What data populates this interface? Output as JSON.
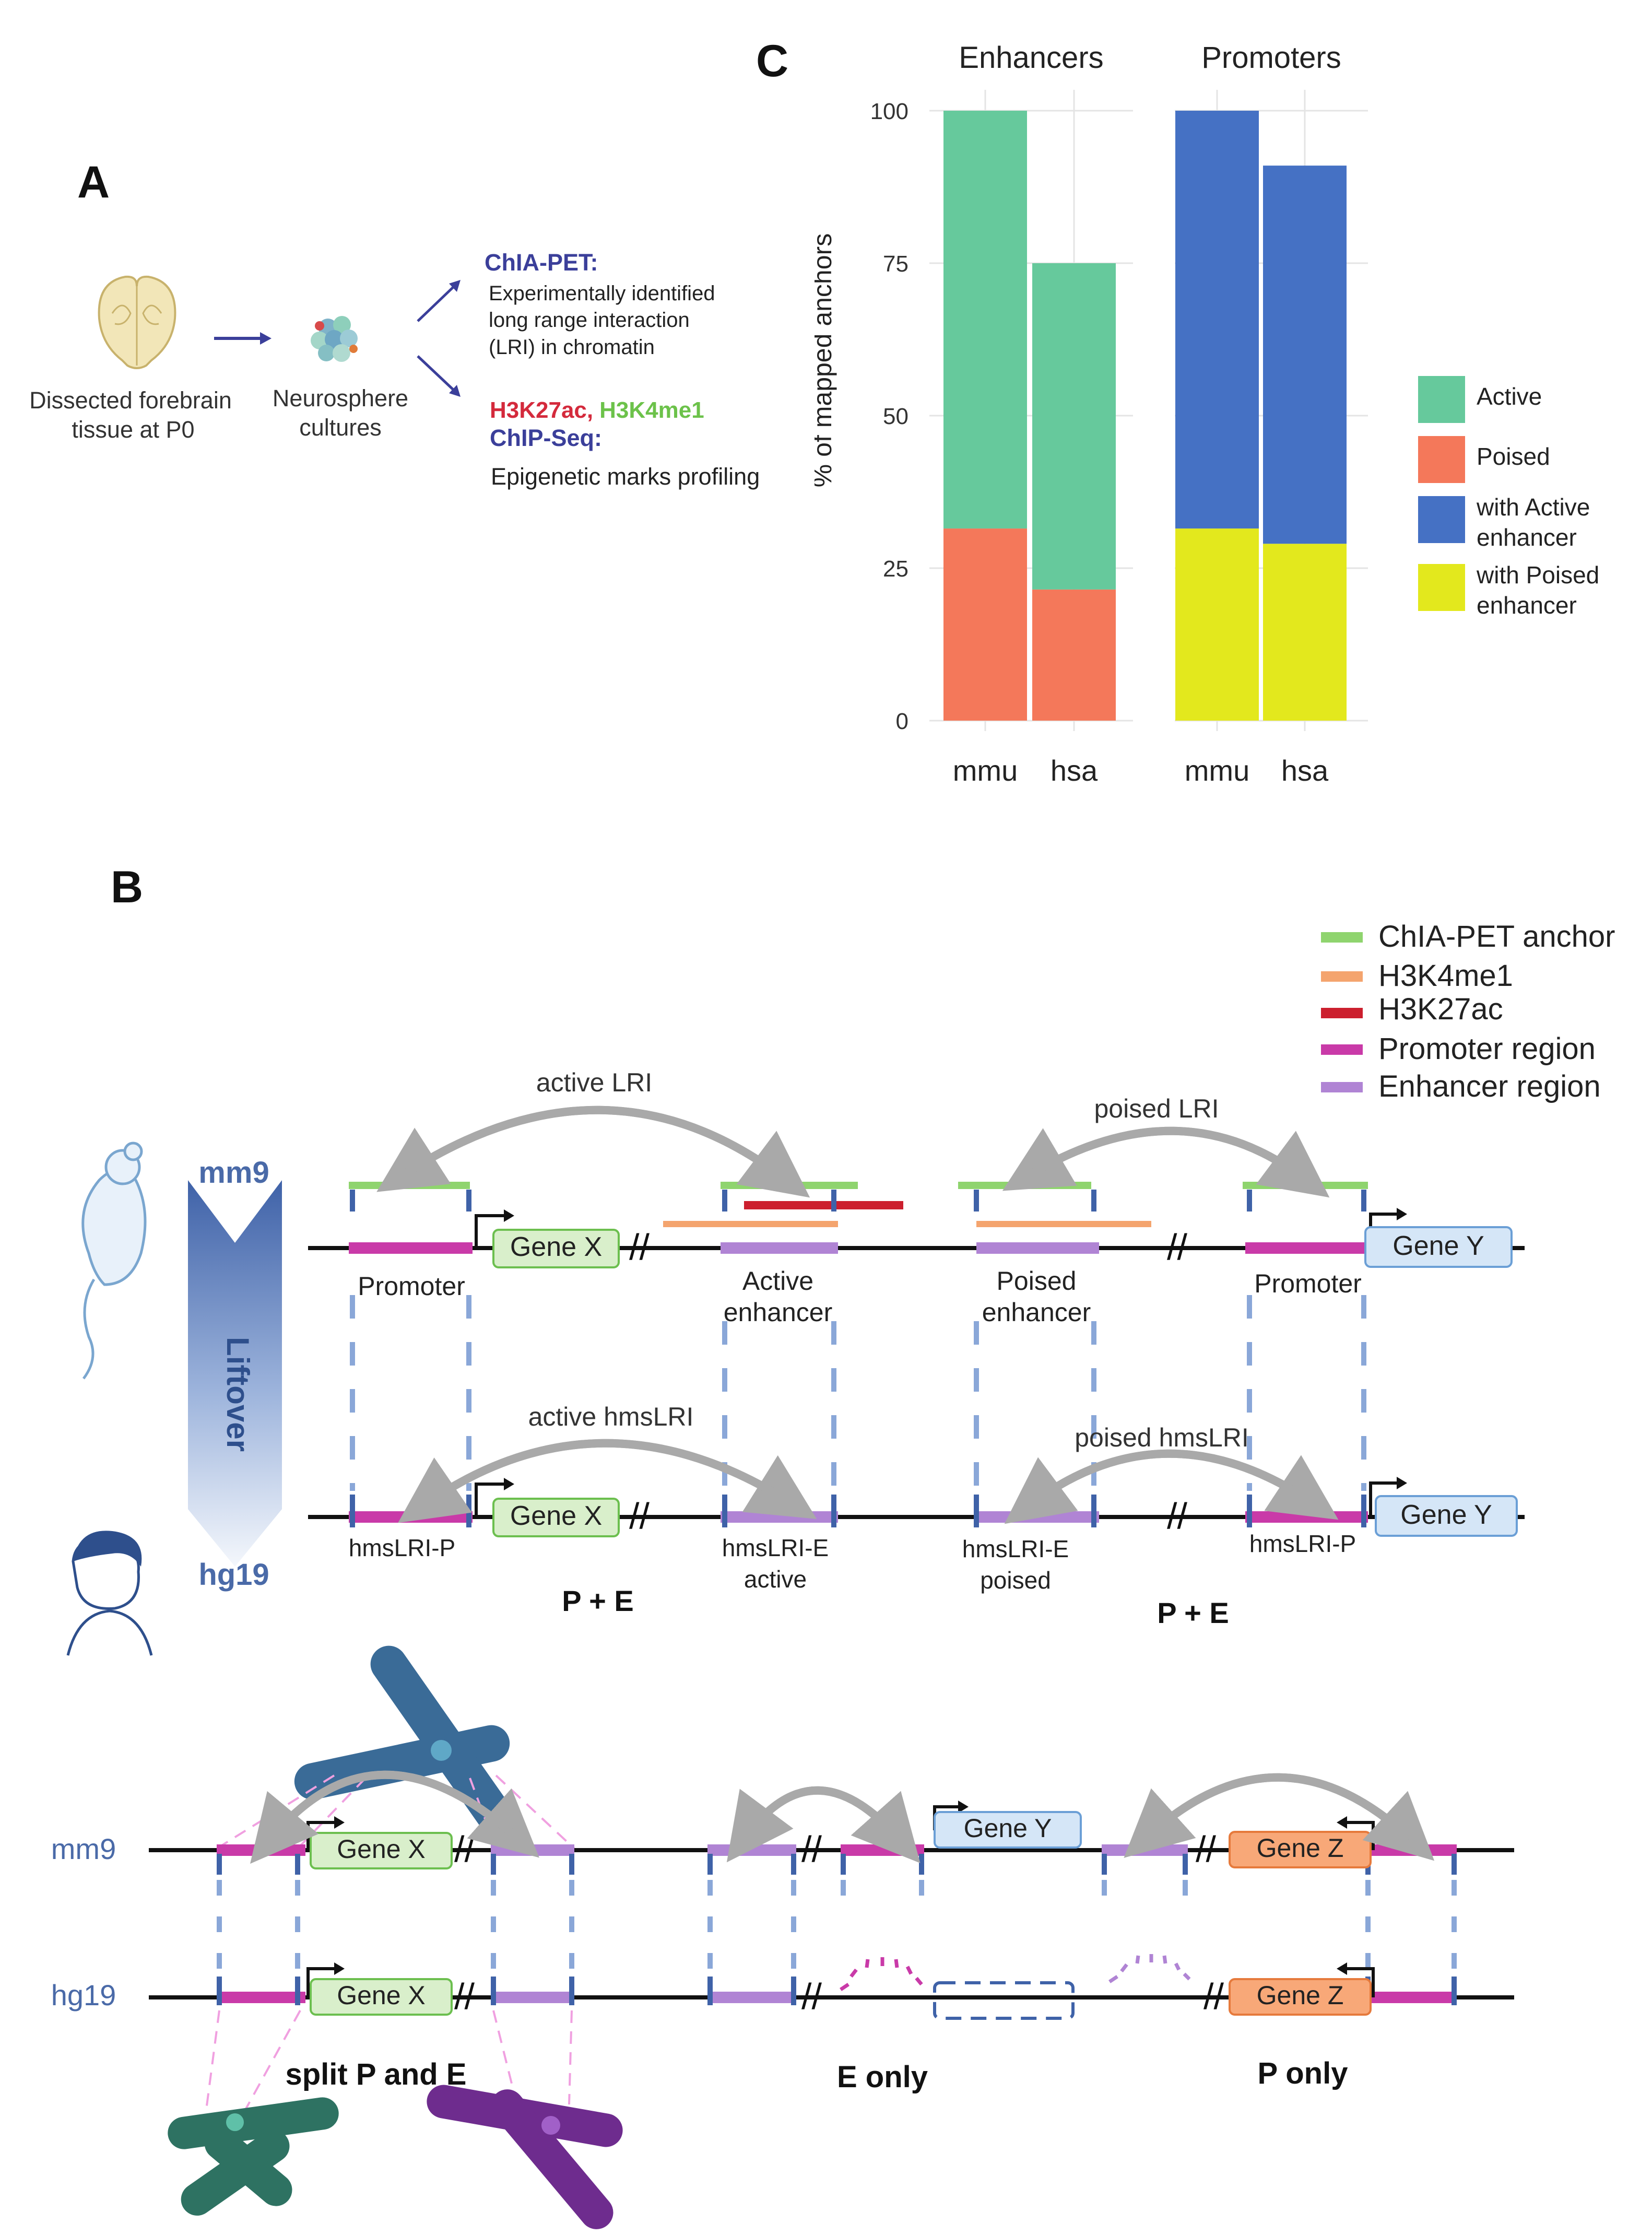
{
  "panels": {
    "A": "A",
    "B": "B",
    "C": "C"
  },
  "panel_a": {
    "tissue_label_1": "Dissected forebrain",
    "tissue_label_2": "tissue at P0",
    "culture_label_1": "Neurosphere",
    "culture_label_2": "cultures",
    "chiapet_title": "ChIA-PET:",
    "chiapet_desc_1": "Experimentally identified",
    "chiapet_desc_2": "long range interaction",
    "chiapet_desc_3": "(LRI) in chromatin",
    "mark_h3k27ac": "H3K27ac",
    "mark_sep": ",",
    "mark_h3k4me1": "H3K4me1",
    "chipseq_title": "ChIP-Seq:",
    "chipseq_desc": "Epigenetic marks profiling",
    "colors": {
      "title": "#3b3f9a",
      "h3k27ac": "#d42a3c",
      "h3k4me1": "#6cc24a"
    }
  },
  "chart_data": {
    "type": "bar",
    "stacked": true,
    "facets": [
      "Enhancers",
      "Promoters"
    ],
    "categories": [
      "mmu",
      "hsa"
    ],
    "ylabel": "% of mapped anchors",
    "ylim": [
      0,
      100
    ],
    "yticks": [
      0,
      25,
      50,
      75,
      100
    ],
    "grid": true,
    "legend_position": "right",
    "series": [
      {
        "name": "Poised",
        "facet": "Enhancers",
        "color": "#f4785a",
        "values": [
          31.5,
          21.5
        ]
      },
      {
        "name": "Active",
        "facet": "Enhancers",
        "color": "#66c99c",
        "values": [
          68.5,
          53.5
        ]
      },
      {
        "name": "with Poised enhancer",
        "facet": "Promoters",
        "color": "#e3e81d",
        "values": [
          31.5,
          29
        ]
      },
      {
        "name": "with Active enhancer",
        "facet": "Promoters",
        "color": "#4571c4",
        "values": [
          68.5,
          62
        ]
      }
    ],
    "legend": [
      {
        "label_1": "Active",
        "label_2": "",
        "color": "#66c99c"
      },
      {
        "label_1": "Poised",
        "label_2": "",
        "color": "#f4785a"
      },
      {
        "label_1": "with Active",
        "label_2": "enhancer",
        "color": "#4571c4"
      },
      {
        "label_1": "with Poised",
        "label_2": "enhancer",
        "color": "#e3e81d"
      }
    ]
  },
  "panel_b": {
    "legend": [
      {
        "label": "ChIA-PET anchor",
        "color": "#8fd46e"
      },
      {
        "label": "H3K4me1",
        "color": "#f4a46e"
      },
      {
        "label": "H3K27ac",
        "color": "#cc1f2e"
      },
      {
        "label": "Promoter region",
        "color": "#c93aa8"
      },
      {
        "label": "Enhancer region",
        "color": "#b084d4"
      }
    ],
    "mm9": "mm9",
    "hg19": "hg19",
    "liftover": "Liftover",
    "active_lri": "active LRI",
    "poised_lri": "poised LRI",
    "active_hmslri": "active hmsLRI",
    "poised_hmslri": "poised hmsLRI",
    "gene_x": "Gene X",
    "gene_y": "Gene Y",
    "gene_z": "Gene Z",
    "promoter": "Promoter",
    "active_enhancer_1": "Active",
    "active_enhancer_2": "enhancer",
    "poised_enhancer_1": "Poised",
    "poised_enhancer_2": "enhancer",
    "hmslri_p": "hmsLRI-P",
    "hmslri_e_active_1": "hmsLRI-E",
    "hmslri_e_active_2": "active",
    "hmslri_e_poised_1": "hmsLRI-E",
    "hmslri_e_poised_2": "poised",
    "p_plus_e": "P + E",
    "split": "split P and E",
    "e_only": "E only",
    "p_only": "P only",
    "colors": {
      "anchor": "#8fd46e",
      "h3k4me1": "#f4a46e",
      "h3k27ac": "#cc1f2e",
      "promoter": "#c93aa8",
      "enhancer": "#b084d4",
      "genome_label": "#4a6aa8",
      "gene_x_fill": "#d9efcb",
      "gene_y_fill": "#d5e6f7",
      "gene_z_fill": "#f8a878"
    }
  }
}
